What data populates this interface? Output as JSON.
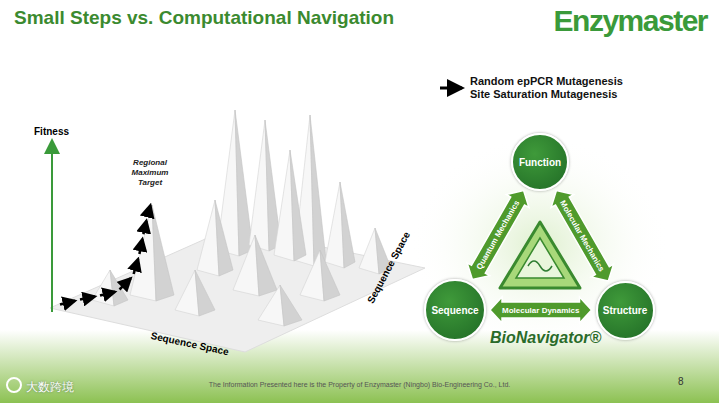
{
  "diagram": {
    "title": "Small Steps vs. Computational Navigation",
    "nodes": [
      {
        "text": [
          "Function"
        ]
      },
      {
        "text": [
          "Sequence"
        ]
      },
      {
        "text": [
          "Structure"
        ]
      }
    ],
    "edges": [
      {
        "from": 1,
        "to": 0,
        "label": "Quantum Mechanics",
        "arrow": "both"
      },
      {
        "from": 0,
        "to": 2,
        "label": "Molecular Mechanics",
        "arrow": "both"
      },
      {
        "from": 1,
        "to": 2,
        "label": "Molecular Dynamics",
        "arrow": "both"
      }
    ],
    "labels": [
      "Enzymaster",
      "Fitness",
      "Regional Maximum Target",
      "Sequence Space",
      "Sequence Space",
      "BioNavigator®",
      "The Information Presented here is the Property of Enzymaster (Ningbo) Bio-Engineering Co., Ltd.",
      "8",
      "大数跨境"
    ],
    "legend": [
      {
        "text": "Random epPCR Mutagenesis Site Saturation Mutagenesis"
      }
    ]
  }
}
